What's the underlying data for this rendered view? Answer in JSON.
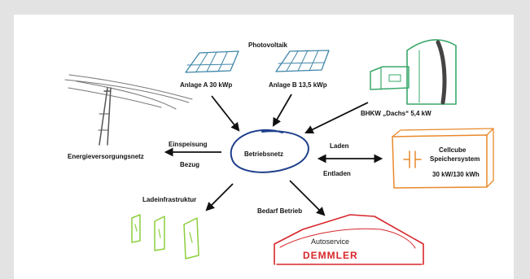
{
  "diagram": {
    "hub": "Betriebsnetz",
    "photovoltaik_title": "Photovoltaik",
    "pv_a": "Anlage A 30 kWp",
    "pv_b": "Anlage B 13,5 kWp",
    "bhkw": "BHKW „Dachs“ 5,4 kW",
    "grid": "Energieversorgungsnetz",
    "einspeisung": "Einspeisung",
    "bezug": "Bezug",
    "laden": "Laden",
    "entladen": "Entladen",
    "storage_line1": "Cellcube",
    "storage_line2": "Speichersystem",
    "storage_capacity": "30 kW/130 kWh",
    "charging": "Ladeinfrastruktur",
    "demand": "Bedarf Betrieb",
    "company_line1": "Autoservice",
    "company_line2": "DEMMLER"
  },
  "colors": {
    "pv": "#3f86a8",
    "hub": "#1e3f8c",
    "bhkw": "#3aa86a",
    "storage": "#e8892b",
    "charging": "#8ccf3c",
    "company": "#d7262b",
    "grid": "#666666"
  }
}
